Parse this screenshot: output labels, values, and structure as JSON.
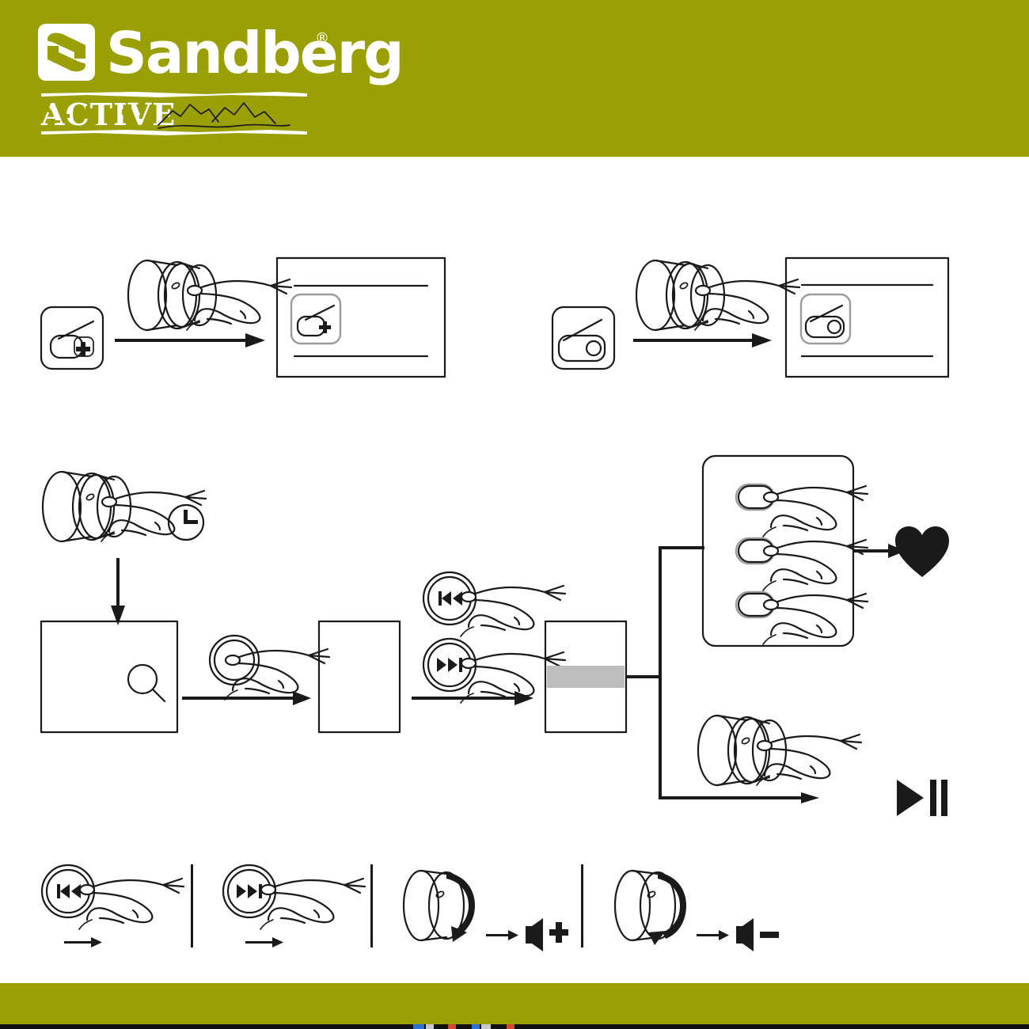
{
  "brand": {
    "name": "Sandberg",
    "registered_mark": "®",
    "sub_brand": "ACTIVE",
    "logo_icon": "sandberg-s-logo-icon",
    "mountains_icon": "mountain-range-icon",
    "accent_color": "#9aa004",
    "ink_color": "#1a1a1a",
    "highlight_color": "#bdbdbd"
  },
  "header": {
    "title": "Sandberg",
    "subtitle": "ACTIVE"
  },
  "sections": {
    "row1": {
      "panel_left": {
        "name": "bluetooth-pairing-step",
        "source_icon": "radio-plus-icon",
        "gesture_icon": "finger-press-knob-icon",
        "arrow_icon": "arrow-right-icon",
        "result_icon": "phone-screen-radio-plus-icon"
      },
      "panel_right": {
        "name": "radio-select-step",
        "source_icon": "radio-icon",
        "gesture_icon": "finger-press-knob-icon",
        "arrow_icon": "arrow-right-icon",
        "result_icon": "phone-screen-radio-icon"
      }
    },
    "row2": {
      "long_press": {
        "name": "long-press-knob-step",
        "gesture_icon": "finger-press-knob-icon",
        "timer_icon": "clock-long-press-icon",
        "arrow_icon": "arrow-down-icon"
      },
      "search_screen": {
        "name": "search-screen",
        "icon": "magnifier-icon"
      },
      "confirm_press": {
        "name": "knob-press-step",
        "gesture_icon": "finger-press-knob-top-icon",
        "arrow_icon": "arrow-right-icon"
      },
      "result_screen": {
        "name": "station-list-screen"
      },
      "browse": {
        "name": "browse-stations-step",
        "prev_icon": "skip-previous-icon",
        "next_icon": "skip-next-icon",
        "arrow_icon": "arrow-right-icon"
      },
      "selection_screen": {
        "name": "selected-station-screen",
        "highlight": "selected-row"
      },
      "presets": {
        "name": "preset-buttons-panel",
        "buttons": [
          "preset-1",
          "preset-2",
          "preset-3"
        ],
        "gesture_icon": "finger-press-preset-icon",
        "arrow_icon": "arrow-right-icon",
        "result_icon": "heart-filled-icon"
      },
      "playpause": {
        "name": "play-pause-step",
        "gesture_icon": "finger-press-knob-icon",
        "arrow_icon": "arrow-right-icon",
        "result_icon": "play-pause-icon"
      }
    },
    "row3": {
      "cells": [
        {
          "name": "previous-track-cell",
          "button_icon": "skip-previous-icon",
          "gesture_icon": "finger-press-icon",
          "result_icon": "arrow-right-small-icon"
        },
        {
          "name": "next-track-cell",
          "button_icon": "skip-next-icon",
          "gesture_icon": "finger-press-icon",
          "result_icon": "arrow-right-small-icon"
        },
        {
          "name": "volume-up-cell",
          "knob_icon": "knob-rotate-clockwise-icon",
          "arrow_icon": "arrow-right-small-icon",
          "result_icon": "volume-up-icon",
          "result_sign": "+"
        },
        {
          "name": "volume-down-cell",
          "knob_icon": "knob-rotate-counterclockwise-icon",
          "arrow_icon": "arrow-right-small-icon",
          "result_icon": "volume-down-icon",
          "result_sign": "−"
        }
      ]
    }
  }
}
